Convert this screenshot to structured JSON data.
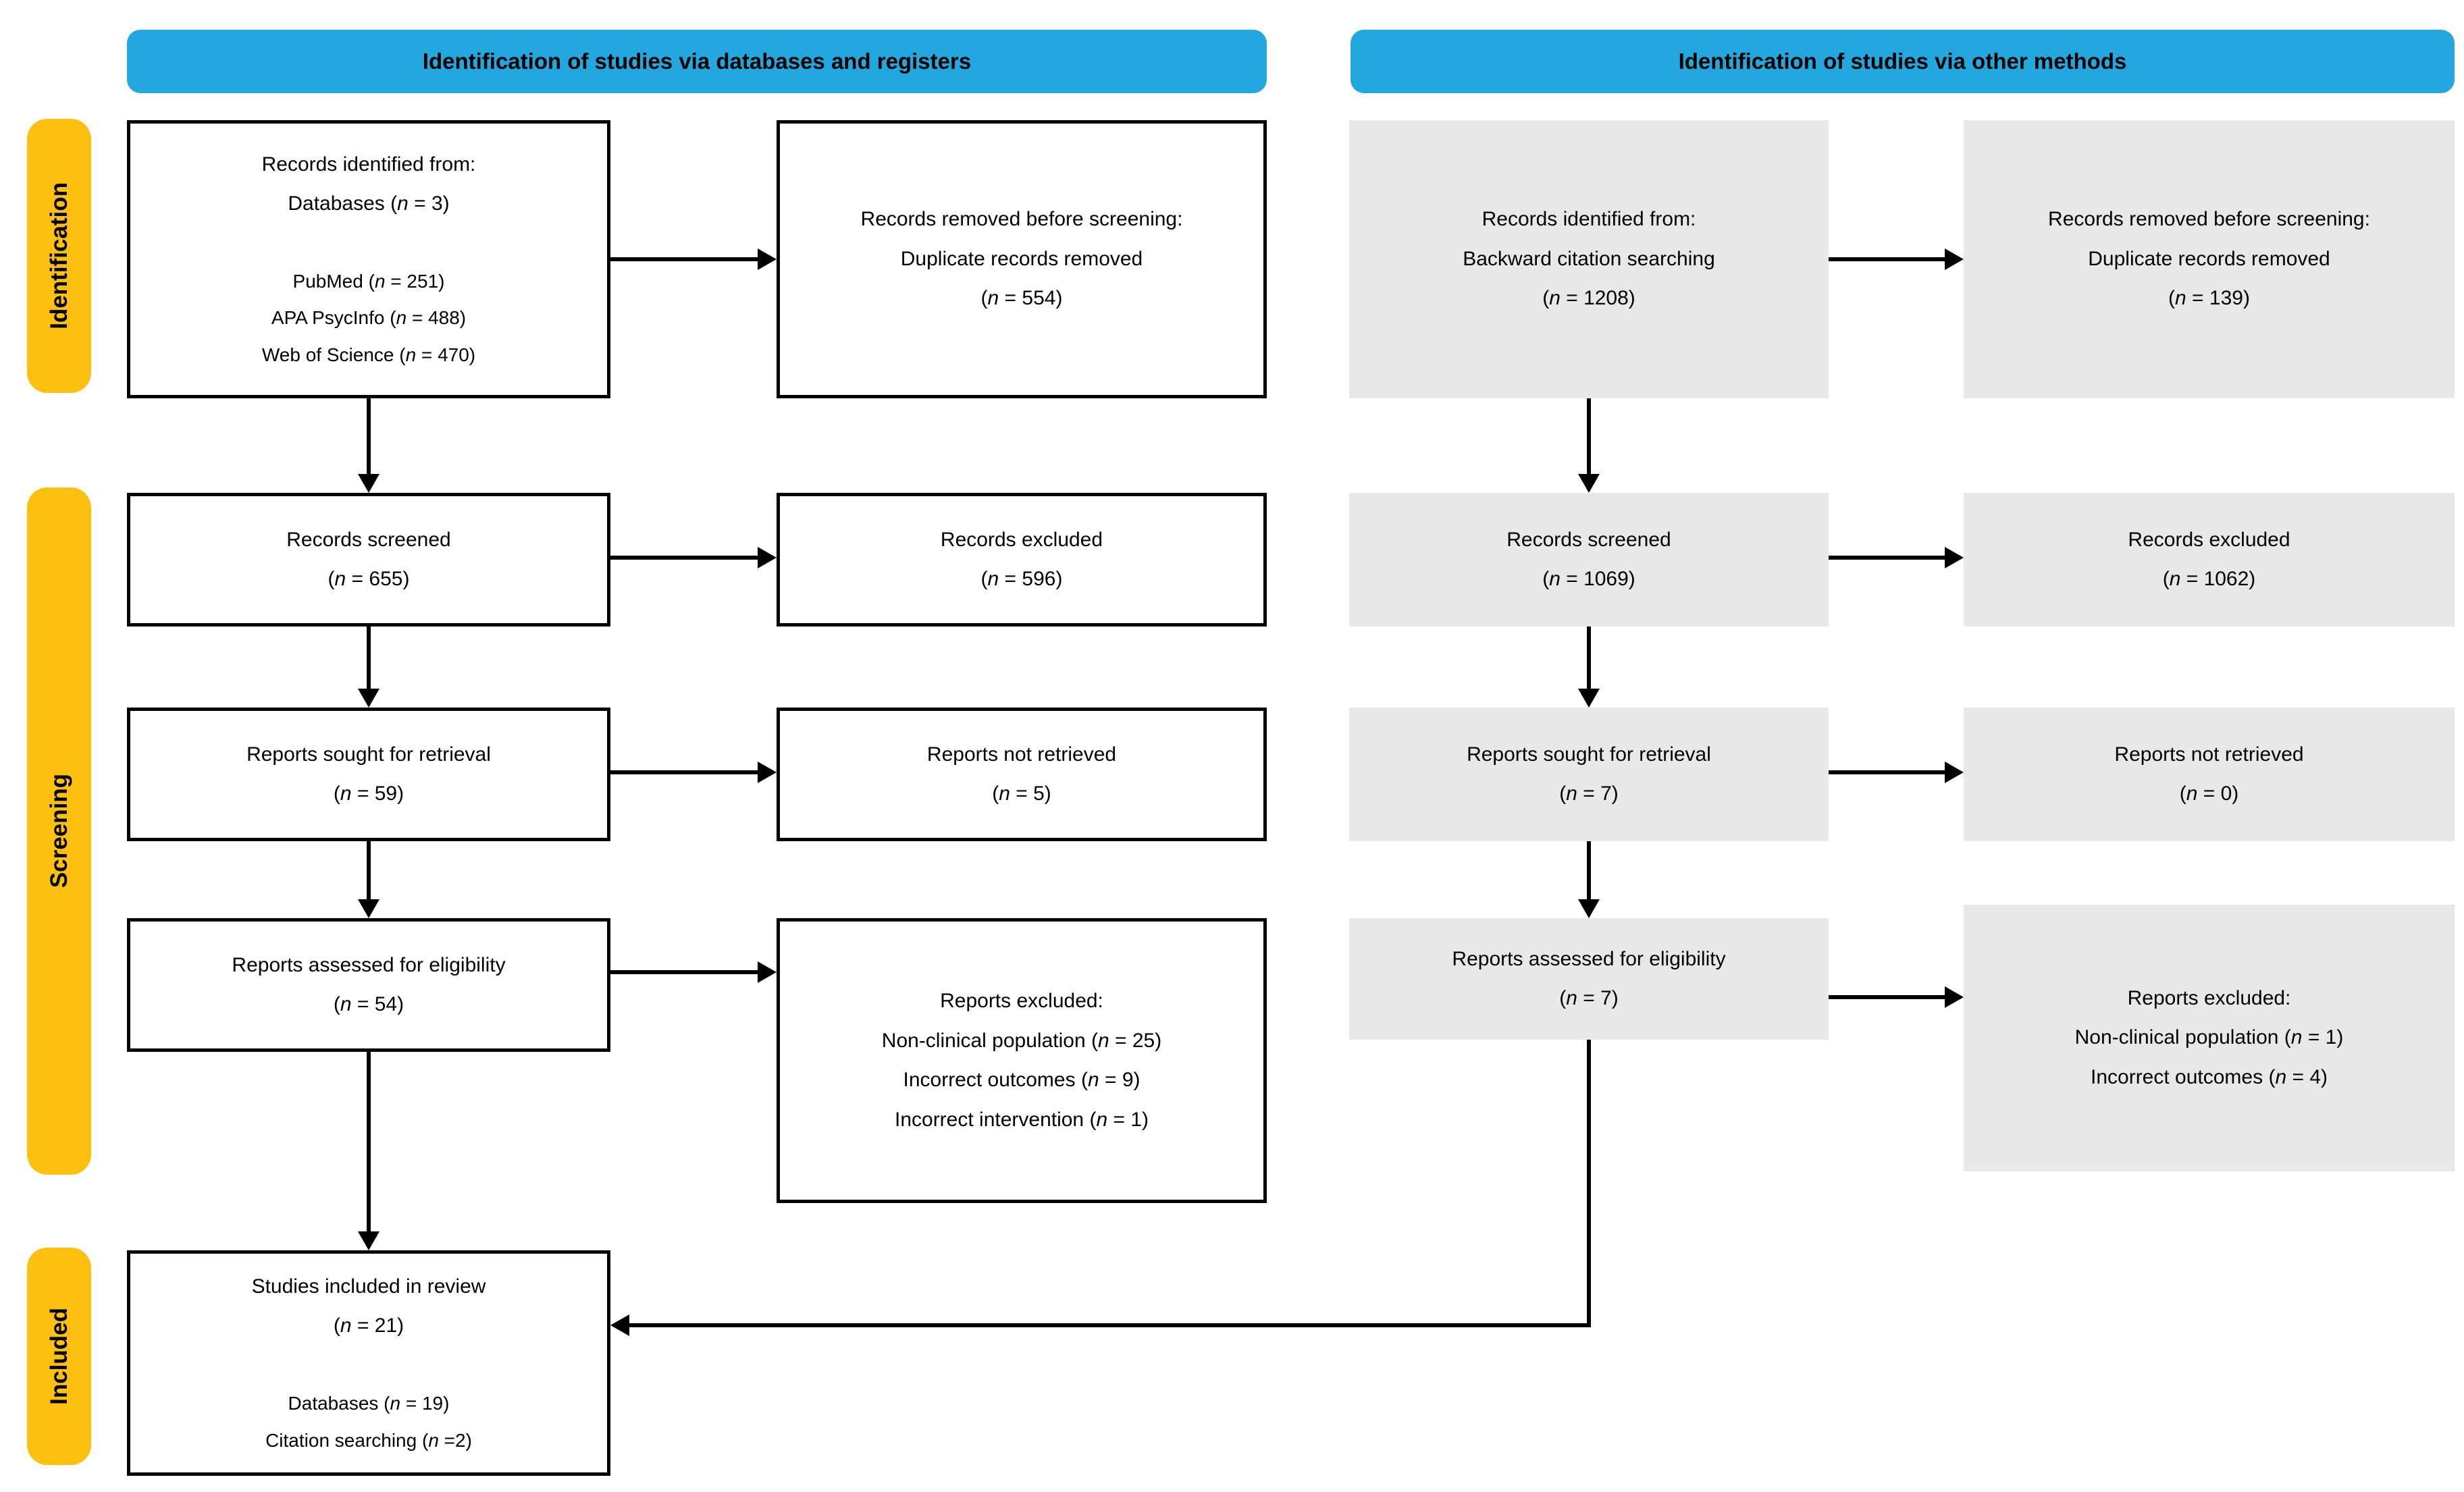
{
  "headers": {
    "left": "Identification of studies via databases and registers",
    "right": "Identification of studies via other methods"
  },
  "sidebars": {
    "identification": "Identification",
    "screening": "Screening",
    "included": "Included"
  },
  "colors": {
    "header_bg": "#22A7DF",
    "sidebar_bg": "#FDC010",
    "gray_box_bg": "#E8E8E8",
    "white_box_border": "#000000",
    "arrow": "#000000",
    "text": "#000000"
  },
  "db_flow": {
    "identified": {
      "lines": [
        "Records identified from:",
        "Databases (n = 3)"
      ],
      "sources": [
        "PubMed (n = 251)",
        "APA PsycInfo (n = 488)",
        "Web of Science (n = 470)"
      ]
    },
    "removed": {
      "lines": [
        "Records removed before screening:",
        "Duplicate records removed",
        "(n = 554)"
      ]
    },
    "screened": {
      "lines": [
        "Records screened",
        "(n = 655)"
      ]
    },
    "excluded": {
      "lines": [
        "Records excluded",
        "(n = 596)"
      ]
    },
    "sought": {
      "lines": [
        "Reports sought for retrieval",
        "(n = 59)"
      ]
    },
    "not_retrieved": {
      "lines": [
        "Reports not retrieved",
        "(n = 5)"
      ]
    },
    "assessed": {
      "lines": [
        "Reports assessed for eligibility",
        "(n = 54)"
      ]
    },
    "reports_excluded": {
      "title": "Reports excluded:",
      "reasons": [
        "Non-clinical population (n = 25)",
        "Incorrect outcomes (n = 9)",
        "Incorrect intervention (n = 1)"
      ]
    },
    "included": {
      "lines": [
        "Studies included in review",
        "(n = 21)"
      ],
      "breakdown": [
        "Databases (n = 19)",
        "Citation searching (n =2)"
      ]
    }
  },
  "other_flow": {
    "identified": {
      "lines": [
        "Records identified from:",
        "Backward citation searching",
        "(n = 1208)"
      ]
    },
    "removed": {
      "lines": [
        "Records removed before screening:",
        "Duplicate records removed",
        "(n = 139)"
      ]
    },
    "screened": {
      "lines": [
        "Records screened",
        "(n = 1069)"
      ]
    },
    "excluded": {
      "lines": [
        "Records excluded",
        "(n = 1062)"
      ]
    },
    "sought": {
      "lines": [
        "Reports sought for retrieval",
        "(n = 7)"
      ]
    },
    "not_retrieved": {
      "lines": [
        "Reports not retrieved",
        "(n = 0)"
      ]
    },
    "assessed": {
      "lines": [
        "Reports assessed for eligibility",
        "(n = 7)"
      ]
    },
    "reports_excluded": {
      "title": "Reports excluded:",
      "reasons": [
        "Non-clinical population (n = 1)",
        "Incorrect outcomes (n = 4)"
      ]
    }
  }
}
